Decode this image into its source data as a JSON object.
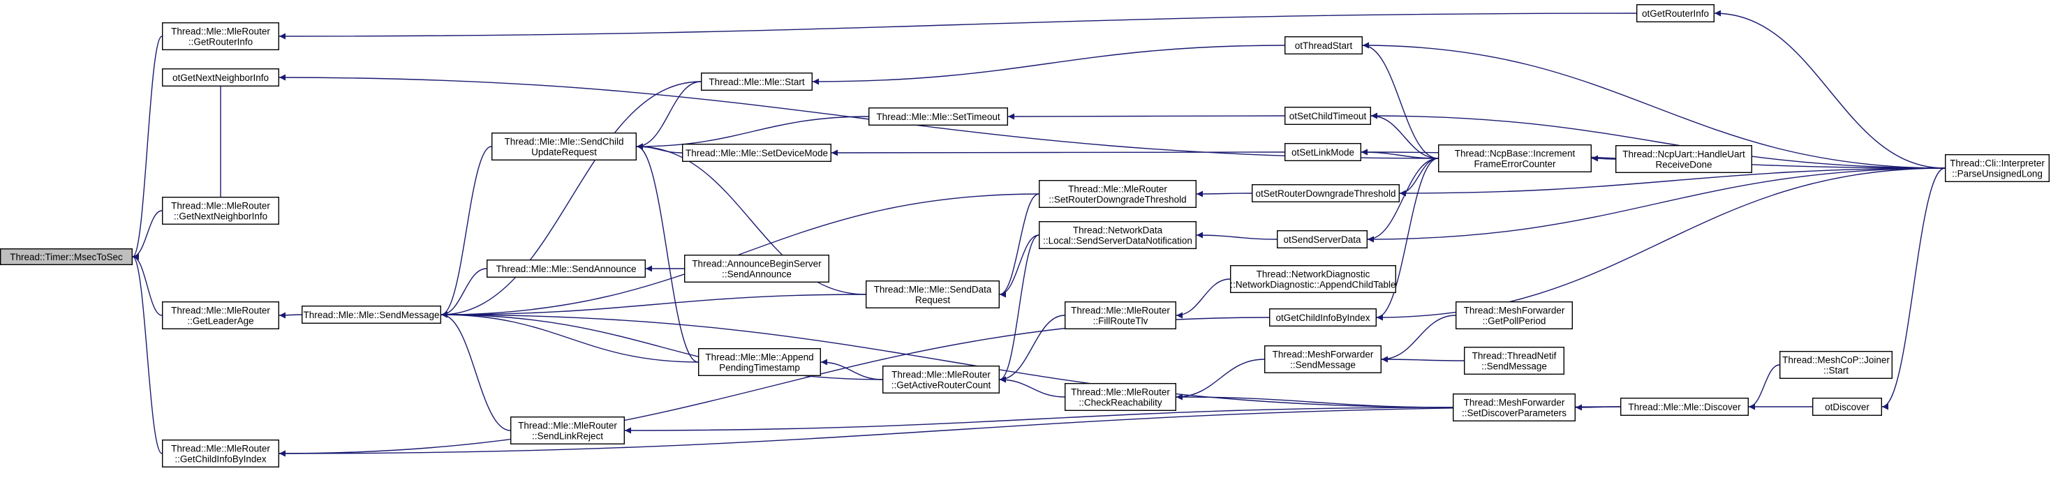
{
  "diagram": {
    "edge_color": "#191970",
    "root_fill": "#bfbfbf",
    "nodes": {
      "mSecToSec": {
        "lines": [
          "Thread::Timer::MsecToSec"
        ]
      },
      "getRouterInfo": {
        "lines": [
          "Thread::Mle::MleRouter",
          "::GetRouterInfo"
        ]
      },
      "otGetNextNeighborInfo": {
        "lines": [
          "otGetNextNeighborInfo"
        ]
      },
      "getNextNeighborInfo": {
        "lines": [
          "Thread::Mle::MleRouter",
          "::GetNextNeighborInfo"
        ]
      },
      "getLeaderAge": {
        "lines": [
          "Thread::Mle::MleRouter",
          "::GetLeaderAge"
        ]
      },
      "getChildInfoByIndex": {
        "lines": [
          "Thread::Mle::MleRouter",
          "::GetChildInfoByIndex"
        ]
      },
      "sendMessage": {
        "lines": [
          "Thread::Mle::Mle::SendMessage"
        ]
      },
      "sendChildUpdateRequest": {
        "lines": [
          "Thread::Mle::Mle::SendChild",
          "UpdateRequest"
        ]
      },
      "sendAnnounce": {
        "lines": [
          "Thread::Mle::Mle::SendAnnounce"
        ]
      },
      "sendLinkReject": {
        "lines": [
          "Thread::Mle::MleRouter",
          "::SendLinkReject"
        ]
      },
      "mleStart": {
        "lines": [
          "Thread::Mle::Mle::Start"
        ]
      },
      "setTimeout": {
        "lines": [
          "Thread::Mle::Mle::SetTimeout"
        ]
      },
      "setDeviceMode": {
        "lines": [
          "Thread::Mle::Mle::SetDeviceMode"
        ]
      },
      "announceBegin": {
        "lines": [
          "Thread::AnnounceBeginServer",
          "::SendAnnounce"
        ]
      },
      "sendDataRequest": {
        "lines": [
          "Thread::Mle::Mle::SendData",
          "Request"
        ]
      },
      "appendPendingTimestamp": {
        "lines": [
          "Thread::Mle::Mle::Append",
          "PendingTimestamp"
        ]
      },
      "getActiveRouterCount": {
        "lines": [
          "Thread::Mle::MleRouter",
          "::GetActiveRouterCount"
        ]
      },
      "setRouterDowngradeThreshold": {
        "lines": [
          "Thread::Mle::MleRouter",
          "::SetRouterDowngradeThreshold"
        ]
      },
      "sendServerDataNotification": {
        "lines": [
          "Thread::NetworkData",
          "::Local::SendServerDataNotification"
        ]
      },
      "fillRouteTlv": {
        "lines": [
          "Thread::Mle::MleRouter",
          "::FillRouteTlv"
        ]
      },
      "checkReachability": {
        "lines": [
          "Thread::Mle::MleRouter",
          "::CheckReachability"
        ]
      },
      "appendChildTable": {
        "lines": [
          "Thread::NetworkDiagnostic",
          "::NetworkDiagnostic::AppendChildTable"
        ]
      },
      "otThreadStart": {
        "lines": [
          "otThreadStart"
        ]
      },
      "otSetChildTimeout": {
        "lines": [
          "otSetChildTimeout"
        ]
      },
      "otSetLinkMode": {
        "lines": [
          "otSetLinkMode"
        ]
      },
      "otSetRouterDowngradeThreshold": {
        "lines": [
          "otSetRouterDowngradeThreshold"
        ]
      },
      "otSendServerData": {
        "lines": [
          "otSendServerData"
        ]
      },
      "otGetChildInfoByIndex": {
        "lines": [
          "otGetChildInfoByIndex"
        ]
      },
      "meshSendMessage": {
        "lines": [
          "Thread::MeshForwarder",
          "::SendMessage"
        ]
      },
      "meshGetPollPeriod": {
        "lines": [
          "Thread::MeshForwarder",
          "::GetPollPeriod"
        ]
      },
      "threadNetifSendMessage": {
        "lines": [
          "Thread::ThreadNetif",
          "::SendMessage"
        ]
      },
      "setDiscoverParameters": {
        "lines": [
          "Thread::MeshForwarder",
          "::SetDiscoverParameters"
        ]
      },
      "mleDiscover": {
        "lines": [
          "Thread::Mle::Mle::Discover"
        ]
      },
      "commissionerJoinerStart": {
        "lines": [
          "Thread::MeshCoP::Joiner",
          "::Start"
        ]
      },
      "otDiscover": {
        "lines": [
          "otDiscover"
        ]
      },
      "otGetRouterInfo": {
        "lines": [
          "otGetRouterInfo"
        ]
      },
      "incrementFrameErrorCounter": {
        "lines": [
          "Thread::NcpBase::Increment",
          "FrameErrorCounter"
        ]
      },
      "handleUartReceiveDone": {
        "lines": [
          "Thread::NcpUart::HandleUart",
          "ReceiveDone"
        ]
      },
      "parseUnsignedLong": {
        "lines": [
          "Thread::Cli::Interpreter",
          "::ParseUnsignedLong"
        ]
      }
    }
  }
}
